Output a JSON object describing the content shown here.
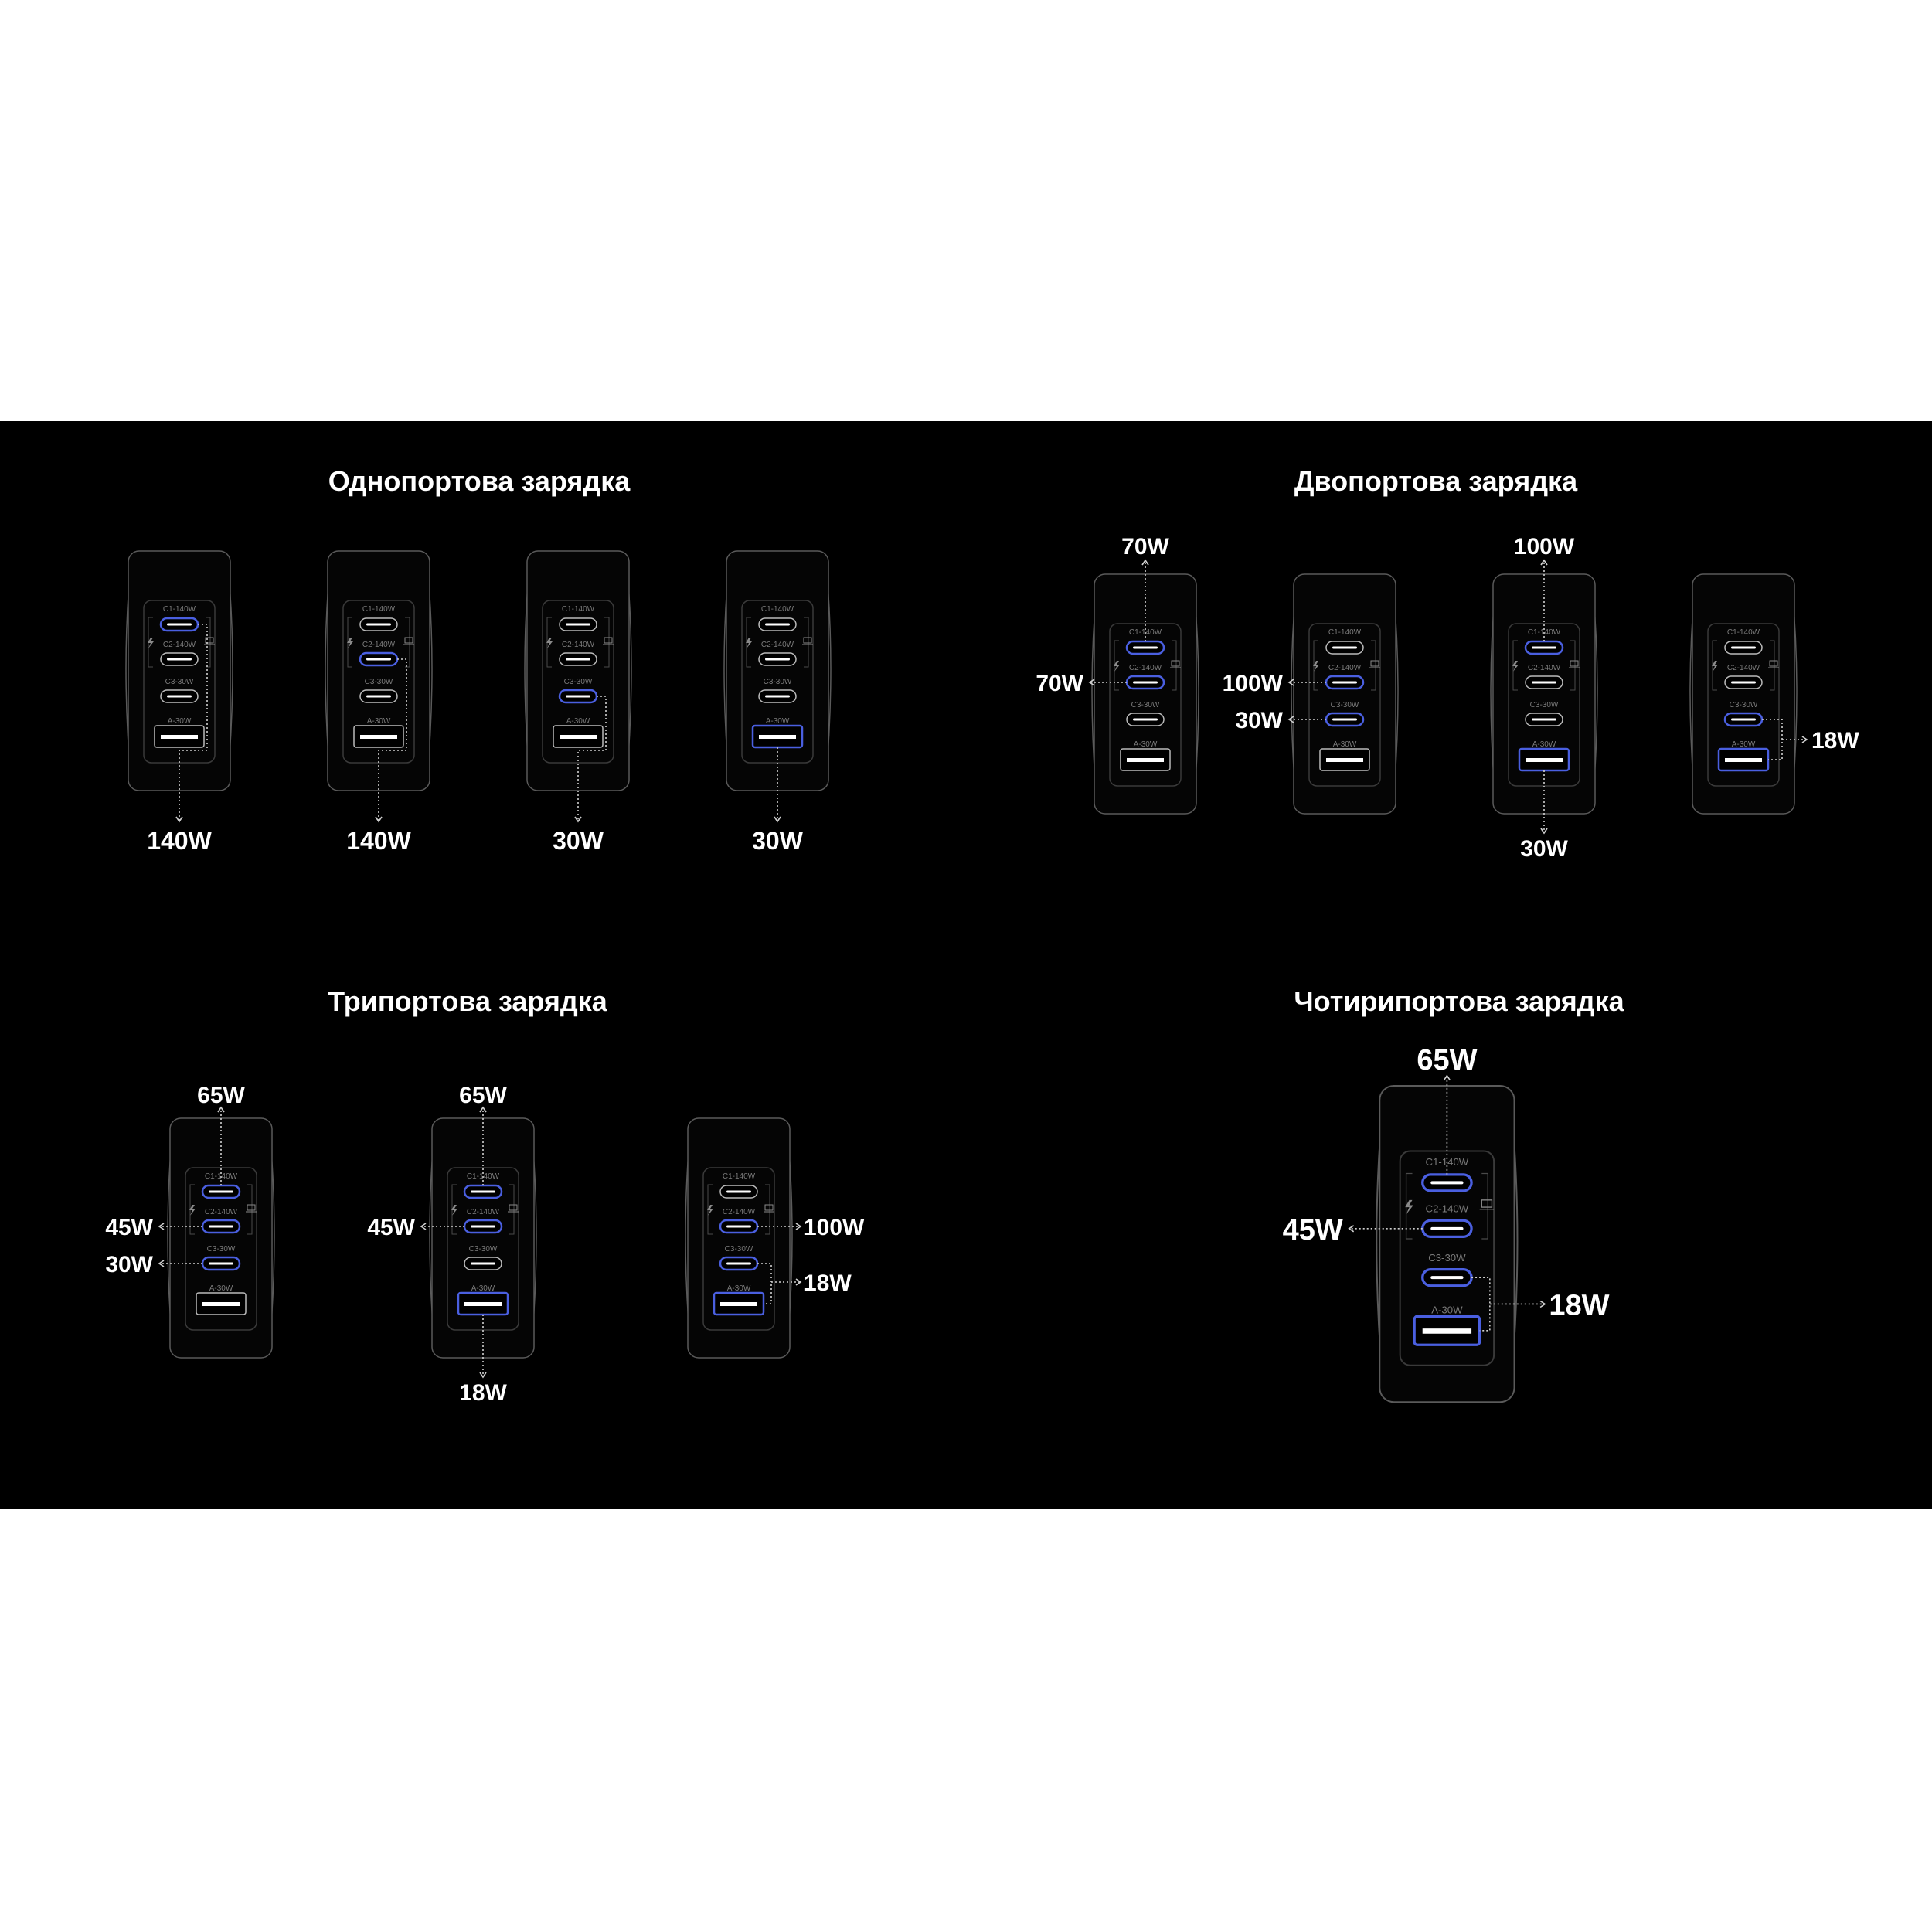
{
  "colors": {
    "band": "#000000",
    "page": "#ffffff",
    "active_port": "#4a5fe0",
    "outline": "#5a5a5a",
    "text": "#ffffff"
  },
  "port_labels": {
    "c1": "C1-140W",
    "c2": "C2-140W",
    "c3": "C3-30W",
    "a": "A-30W"
  },
  "icons": [
    "bolt-icon",
    "laptop-icon"
  ],
  "sections": [
    {
      "title": "Однопортова зарядка",
      "chargers": [
        {
          "active": [
            "c1"
          ],
          "labels": [
            {
              "text": "140W",
              "port": "c1"
            }
          ]
        },
        {
          "active": [
            "c2"
          ],
          "labels": [
            {
              "text": "140W",
              "port": "c2"
            }
          ]
        },
        {
          "active": [
            "c3"
          ],
          "labels": [
            {
              "text": "30W",
              "port": "c3"
            }
          ]
        },
        {
          "active": [
            "a"
          ],
          "labels": [
            {
              "text": "30W",
              "port": "a"
            }
          ]
        }
      ]
    },
    {
      "title": "Двопортова зарядка",
      "chargers": [
        {
          "active": [
            "c1",
            "c2"
          ],
          "labels": [
            {
              "text": "70W",
              "port": "c1"
            },
            {
              "text": "70W",
              "port": "c2"
            }
          ]
        },
        {
          "active": [
            "c2",
            "c3"
          ],
          "labels": [
            {
              "text": "100W",
              "port": "c2"
            },
            {
              "text": "30W",
              "port": "c3"
            }
          ]
        },
        {
          "active": [
            "c1",
            "a"
          ],
          "labels": [
            {
              "text": "100W",
              "port": "c1"
            },
            {
              "text": "30W",
              "port": "a"
            }
          ]
        },
        {
          "active": [
            "c3",
            "a"
          ],
          "labels": [
            {
              "text": "18W",
              "port": "c3+a"
            }
          ]
        }
      ]
    },
    {
      "title": "Трипортова зарядка",
      "chargers": [
        {
          "active": [
            "c1",
            "c2",
            "c3"
          ],
          "labels": [
            {
              "text": "65W",
              "port": "c1"
            },
            {
              "text": "45W",
              "port": "c2"
            },
            {
              "text": "30W",
              "port": "c3"
            }
          ]
        },
        {
          "active": [
            "c1",
            "c2",
            "a"
          ],
          "labels": [
            {
              "text": "65W",
              "port": "c1"
            },
            {
              "text": "45W",
              "port": "c2"
            },
            {
              "text": "18W",
              "port": "a"
            }
          ]
        },
        {
          "active": [
            "c2",
            "c3",
            "a"
          ],
          "labels": [
            {
              "text": "100W",
              "port": "c2"
            },
            {
              "text": "18W",
              "port": "c3+a"
            }
          ]
        }
      ]
    },
    {
      "title": "Чотирипортова зарядка",
      "chargers": [
        {
          "active": [
            "c1",
            "c2",
            "c3",
            "a"
          ],
          "labels": [
            {
              "text": "65W",
              "port": "c1"
            },
            {
              "text": "45W",
              "port": "c2"
            },
            {
              "text": "18W",
              "port": "c3+a"
            }
          ]
        }
      ]
    }
  ]
}
